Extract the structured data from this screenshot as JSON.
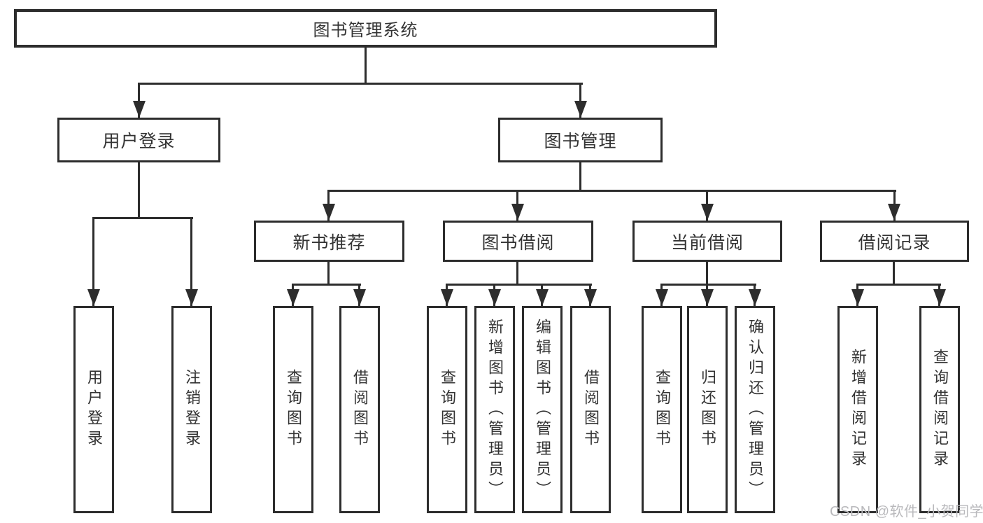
{
  "diagram": {
    "root_label": "图书管理系统",
    "branches": {
      "user_login": {
        "label": "用户登录",
        "children": [
          "用户登录",
          "注销登录"
        ]
      },
      "book_management": {
        "label": "图书管理",
        "sections": {
          "new_books": {
            "label": "新书推荐",
            "children": [
              "查询图书",
              "借阅图书"
            ]
          },
          "borrowing": {
            "label": "图书借阅",
            "children": [
              "查询图书",
              "新增图书（管理员）",
              "编辑图书（管理员）",
              "借阅图书"
            ]
          },
          "current": {
            "label": "当前借阅",
            "children": [
              "查询图书",
              "归还图书",
              "确认归还（管理员）"
            ]
          },
          "records": {
            "label": "借阅记录",
            "children": [
              "新增借阅记录",
              "查询借阅记录"
            ]
          }
        }
      }
    }
  },
  "watermark": {
    "text": "CSDN @软件_小贺同学"
  },
  "colors": {
    "line": "#2d2d2d",
    "text": "#333333",
    "box_fill": "#ffffff",
    "background": "#ffffff",
    "watermark": "#b9b9bc"
  }
}
